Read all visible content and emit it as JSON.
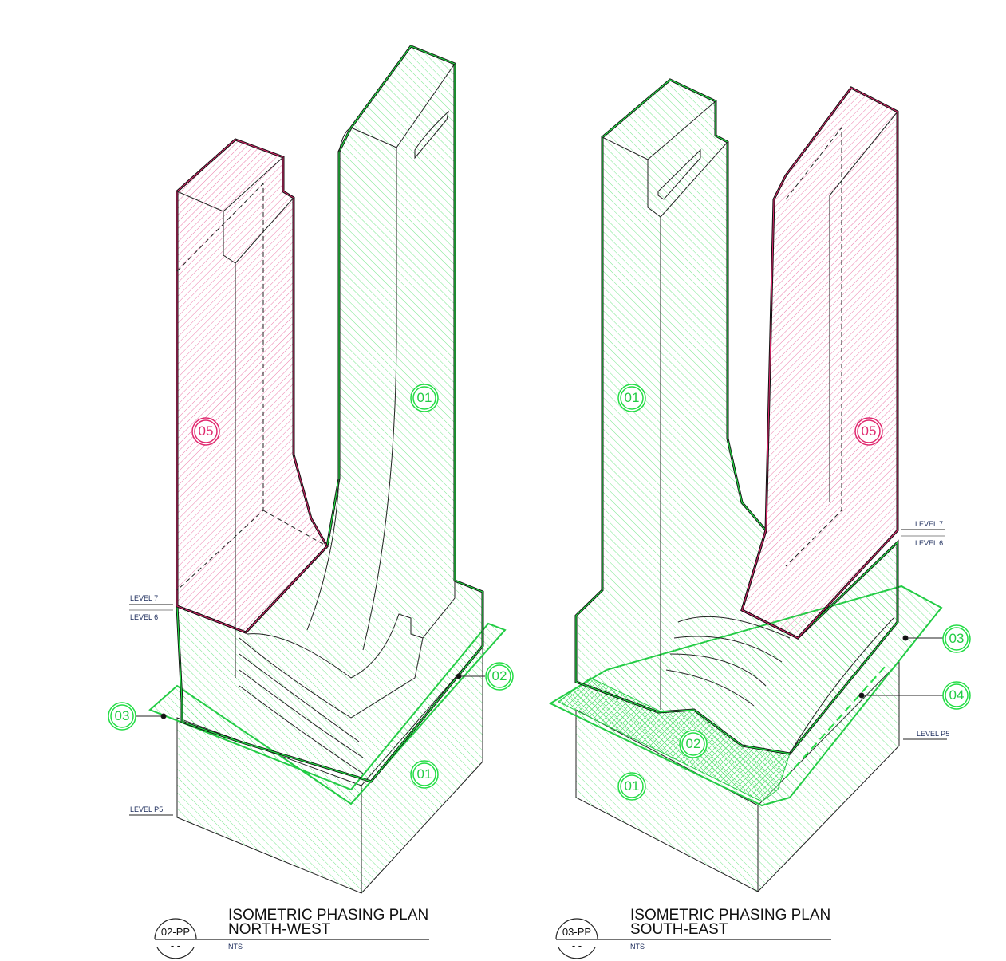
{
  "views": [
    {
      "id": "02-PP",
      "sheet": "- -",
      "title_line1": "ISOMETRIC PHASING PLAN",
      "title_line2": "NORTH-WEST",
      "scale": "NTS",
      "levels": [
        "LEVEL 7",
        "LEVEL 6",
        "LEVEL P5"
      ],
      "phase_tags": [
        "05",
        "01",
        "02",
        "03",
        "01"
      ]
    },
    {
      "id": "03-PP",
      "sheet": "- -",
      "title_line1": "ISOMETRIC PHASING PLAN",
      "title_line2": "SOUTH-EAST",
      "scale": "NTS",
      "levels": [
        "LEVEL 7",
        "LEVEL 6",
        "LEVEL P5"
      ],
      "phase_tags": [
        "01",
        "05",
        "03",
        "04",
        "02",
        "01"
      ]
    }
  ],
  "colors": {
    "green": "#22dd44",
    "pink": "#e0286e"
  }
}
